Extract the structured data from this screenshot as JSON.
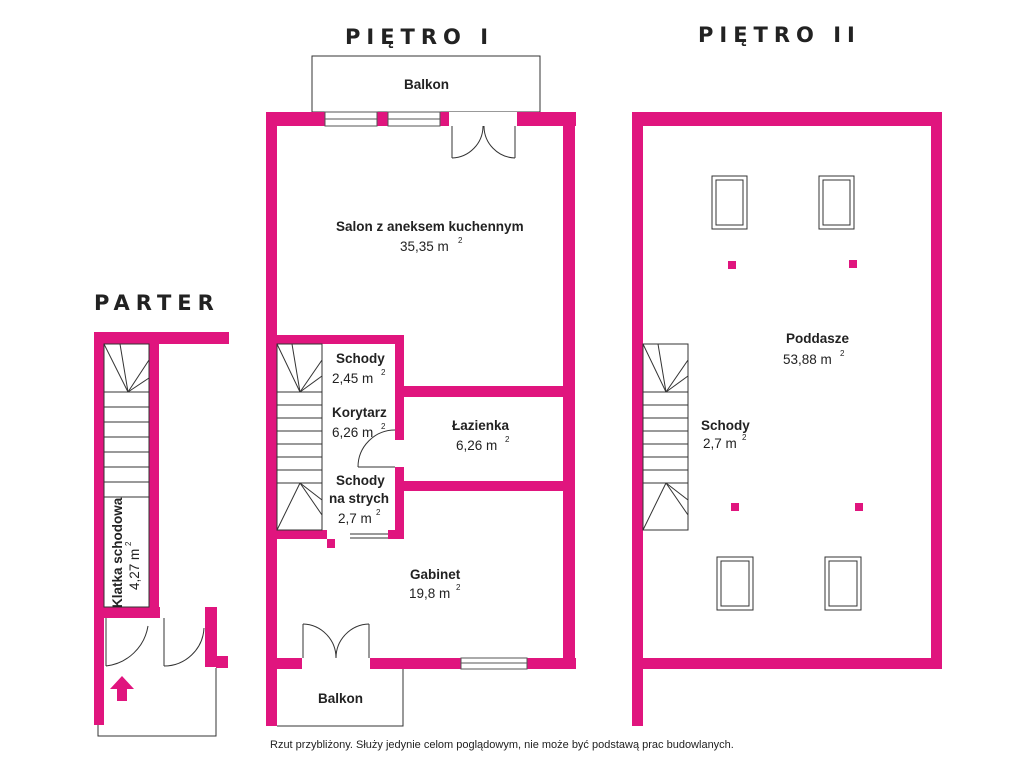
{
  "floors": {
    "parter": "PARTER",
    "pietro1": "PIĘTRO I",
    "pietro2": "PIĘTRO II"
  },
  "rooms": {
    "balkon_top": {
      "name": "Balkon"
    },
    "salon": {
      "name": "Salon z aneksem kuchennym",
      "area": "35,35 m",
      "unit_sup": "2"
    },
    "schody1": {
      "name": "Schody",
      "area": "2,45 m",
      "unit_sup": "2"
    },
    "korytarz": {
      "name": "Korytarz",
      "area": "6,26 m",
      "unit_sup": "2"
    },
    "lazienka": {
      "name": "Łazienka",
      "area": "6,26 m",
      "unit_sup": "2"
    },
    "schody_strych": {
      "name_line1": "Schody",
      "name_line2": "na strych",
      "area": "2,7 m",
      "unit_sup": "2"
    },
    "gabinet": {
      "name": "Gabinet",
      "area": "19,8 m",
      "unit_sup": "2"
    },
    "balkon_bottom": {
      "name": "Balkon"
    },
    "klatka": {
      "name": "Klatka schodowa",
      "area": "4,27 m",
      "unit_sup": "2"
    },
    "poddasze": {
      "name": "Poddasze",
      "area": "53,88 m",
      "unit_sup": "2"
    },
    "schody2": {
      "name": "Schody",
      "area": "2,7 m",
      "unit_sup": "2"
    }
  },
  "footer_note": "Rzut przybliżony. Służy jedynie celom poglądowym, nie może być podstawą prac budowlanych.",
  "colors": {
    "wall": "#e0157e",
    "line": "#333333"
  }
}
